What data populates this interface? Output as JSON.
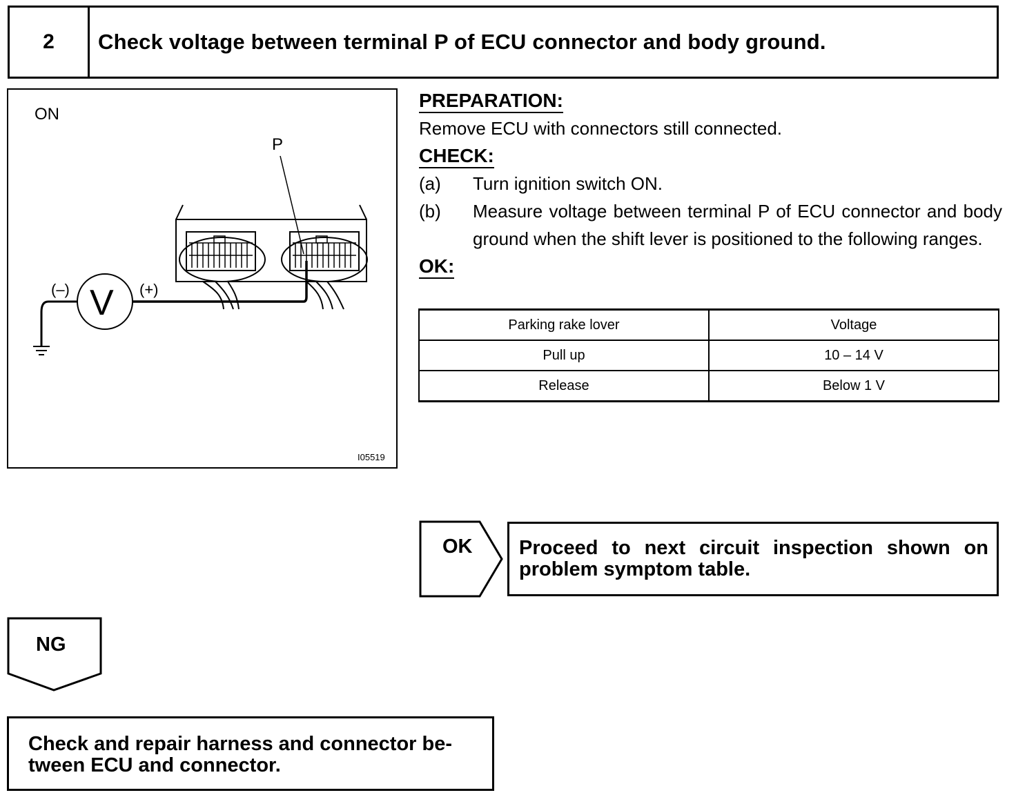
{
  "step": {
    "number": "2",
    "title": "Check voltage between terminal P of ECU connector and body ground."
  },
  "figure": {
    "ignition_label": "ON",
    "terminal_label": "P",
    "meter_symbol": "V",
    "negative_label": "(–)",
    "positive_label": "(+)",
    "figure_code": "I05519"
  },
  "preparation": {
    "heading": "PREPARATION:",
    "text": "Remove ECU with connectors still connected."
  },
  "check": {
    "heading": "CHECK:",
    "steps": [
      {
        "label": "(a)",
        "text": "Turn ignition switch ON."
      },
      {
        "label": "(b)",
        "text": "Measure voltage between terminal P of ECU connector and body ground when the shift lever is positioned to the following ranges."
      }
    ]
  },
  "ok_spec": {
    "heading": "OK:",
    "columns": [
      "Parking rake lover",
      "Voltage"
    ],
    "rows": [
      [
        "Pull up",
        "10 – 14 V"
      ],
      [
        "Release",
        "Below 1 V"
      ]
    ]
  },
  "ok_result": {
    "label": "OK",
    "action": "Proceed to next circuit inspection shown on problem symptom table."
  },
  "ng_result": {
    "label": "NG",
    "action": "Check and repair harness and connector be-tween ECU and connector."
  }
}
